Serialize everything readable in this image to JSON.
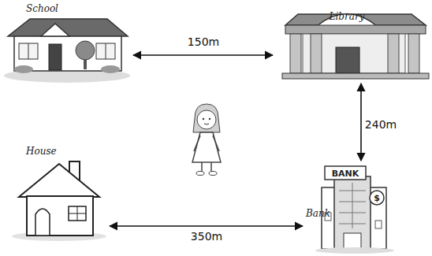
{
  "diagram": {
    "nodes": [
      {
        "text": [
          "School"
        ]
      },
      {
        "text": [
          "Library"
        ]
      },
      {
        "text": [
          "House"
        ]
      },
      {
        "text": [
          "Bank"
        ]
      }
    ],
    "edges": [
      {
        "from": 0,
        "to": 1,
        "label": "150m",
        "arrow": "both"
      },
      {
        "from": 1,
        "to": 3,
        "label": "240m",
        "arrow": "both"
      },
      {
        "from": 2,
        "to": 3,
        "label": "350m",
        "arrow": "both"
      }
    ],
    "labels": [
      "BANK",
      "$"
    ]
  }
}
